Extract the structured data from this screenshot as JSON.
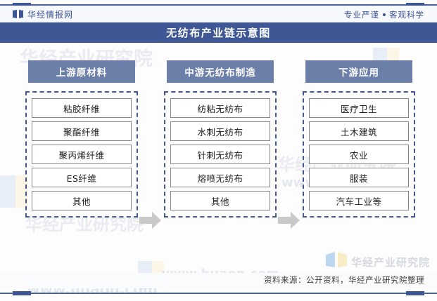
{
  "header": {
    "logo_icon": "open-book-icon",
    "brand": "华经情报网",
    "slogan_left": "专业严谨",
    "slogan_right": "客观科学",
    "title": "无纺布产业链示意图"
  },
  "colors": {
    "title_bar": "#3f5895",
    "column_header": "#6b7fa8",
    "dashed_border": "#44598a",
    "item_border": "#858585",
    "arrow": "#c9c9c9",
    "rule": "#47639f"
  },
  "chain": {
    "columns": [
      {
        "id": "upstream",
        "header": "上游原材料",
        "items": [
          "粘胶纤维",
          "聚酯纤维",
          "聚丙烯纤维",
          "ES纤维",
          "其他"
        ]
      },
      {
        "id": "midstream",
        "header": "中游无纺布制造",
        "items": [
          "纺粘无纺布",
          "水刺无纺布",
          "针刺无纺布",
          "熔喷无纺布",
          "其他"
        ]
      },
      {
        "id": "downstream",
        "header": "下游应用",
        "items": [
          "医疗卫生",
          "土木建筑",
          "农业",
          "服装",
          "汽车工业等"
        ]
      }
    ],
    "arrows": [
      "arrow-right-icon",
      "arrow-right-icon"
    ]
  },
  "footer": {
    "source": "资料来源：公开资料，华经产业研究院整理"
  },
  "watermark": {
    "institute": "华经产业研究院",
    "url": "www.huaon.com"
  }
}
